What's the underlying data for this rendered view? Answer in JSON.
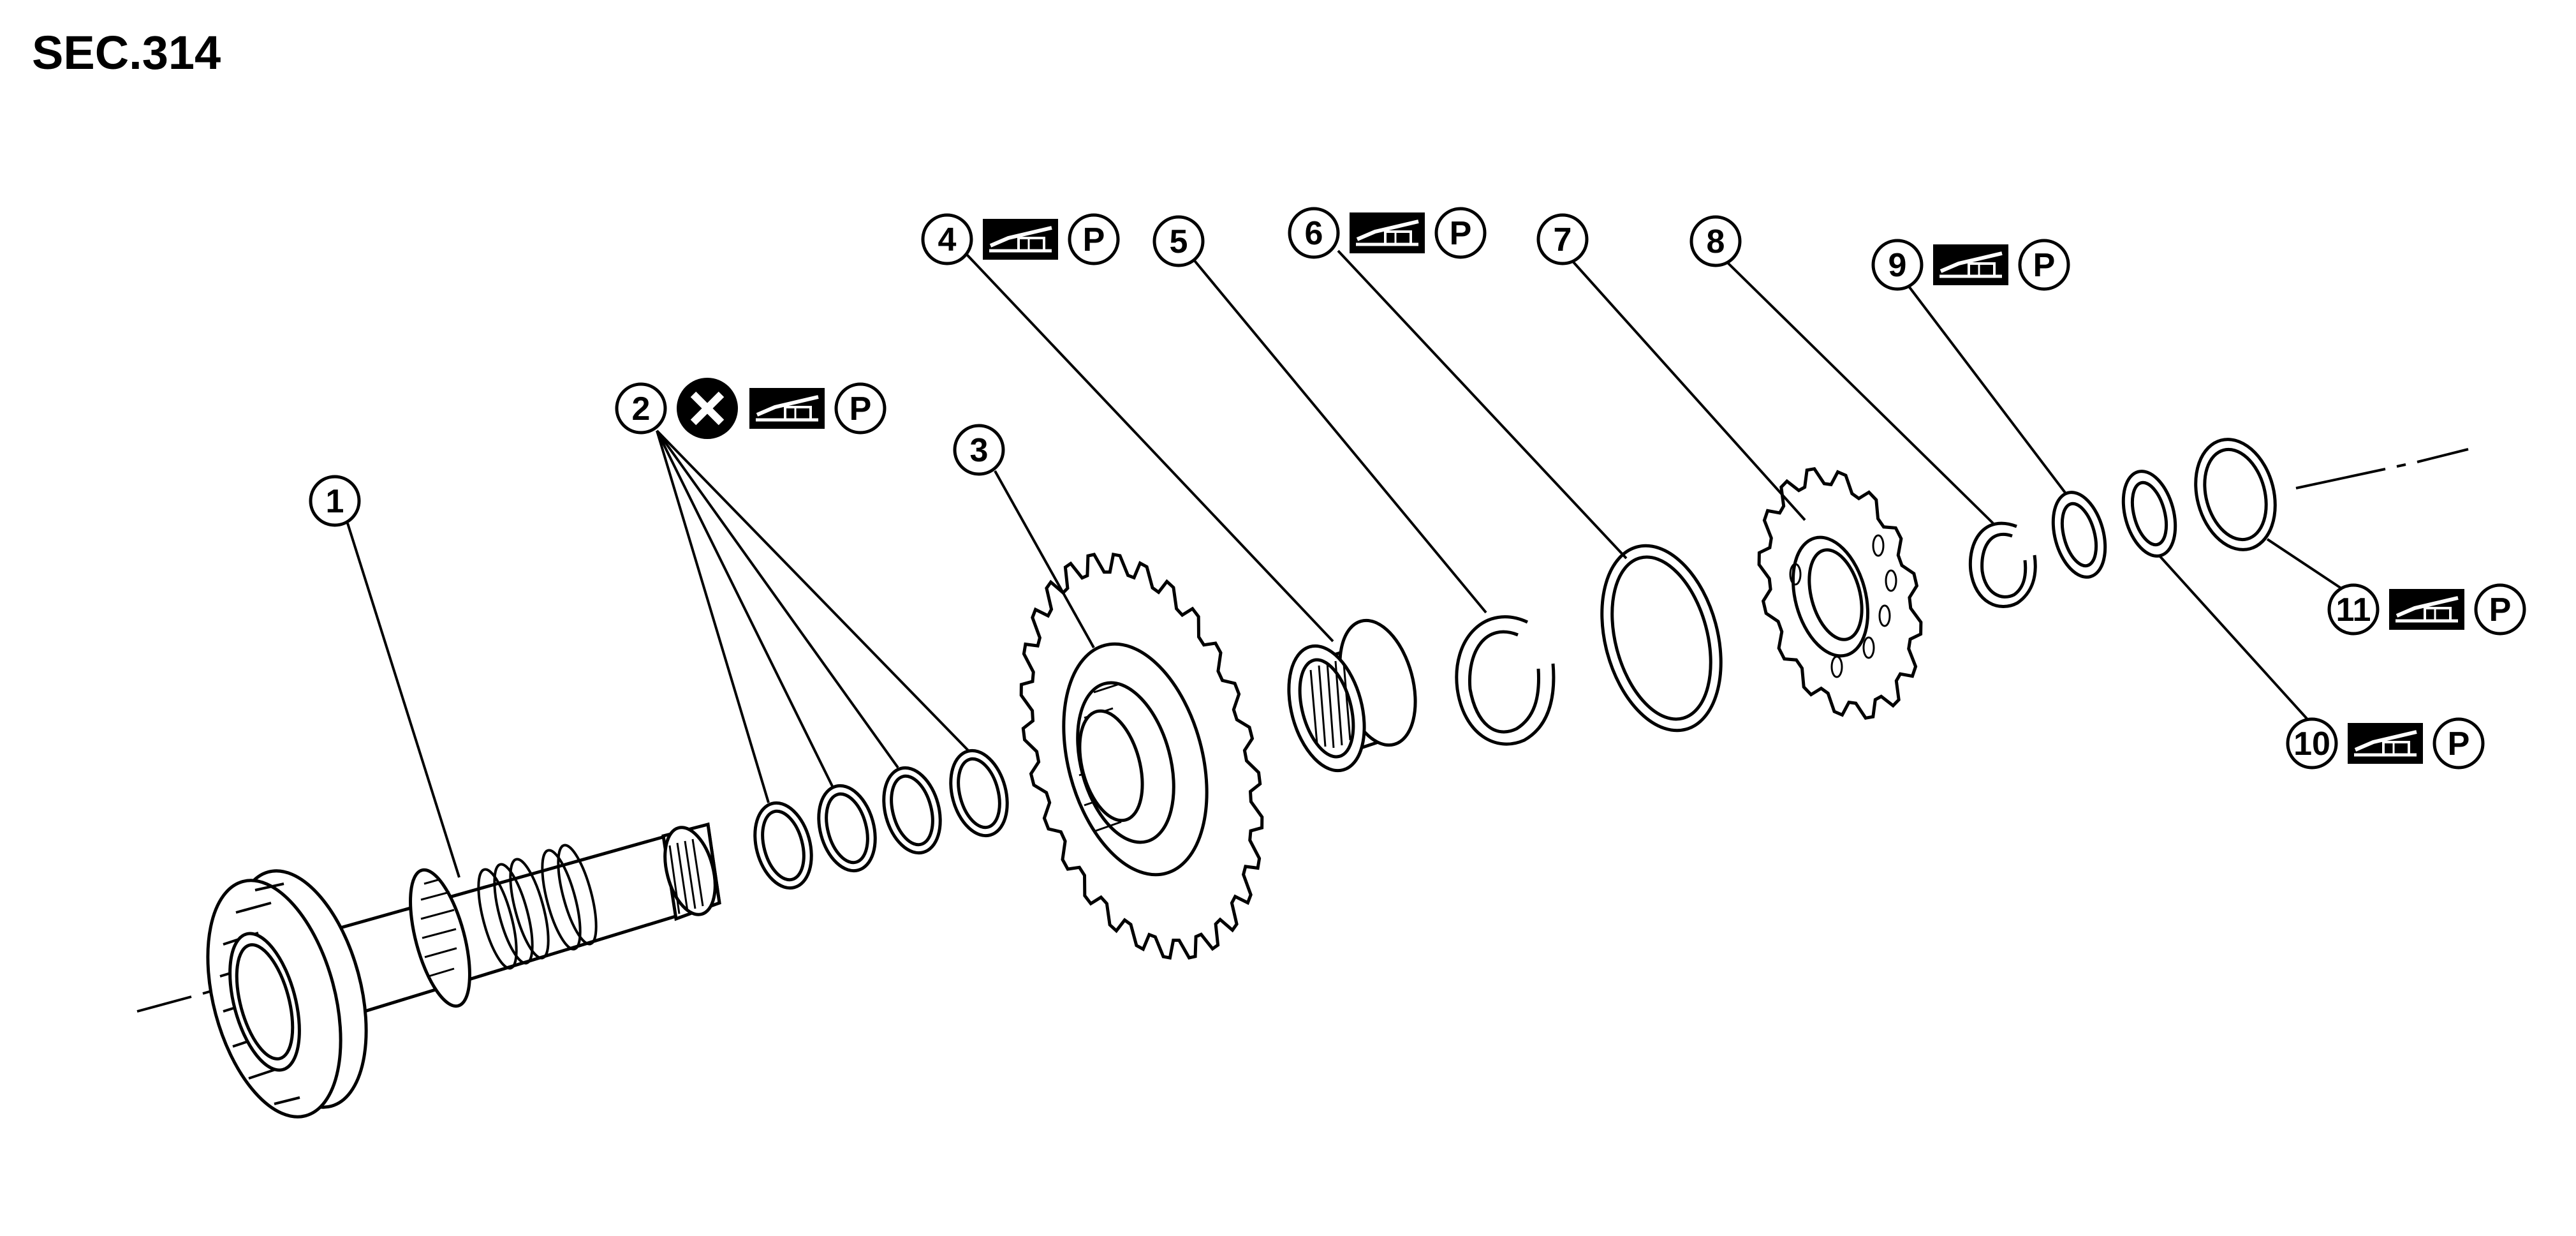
{
  "section": {
    "label": "SEC.314"
  },
  "callouts": [
    {
      "number": "1",
      "icons": []
    },
    {
      "number": "2",
      "icons": [
        "do-not-reuse-icon",
        "apply-fluid-icon",
        "petroleum-jelly-icon"
      ]
    },
    {
      "number": "3",
      "icons": []
    },
    {
      "number": "4",
      "icons": [
        "apply-fluid-icon",
        "petroleum-jelly-icon"
      ]
    },
    {
      "number": "5",
      "icons": []
    },
    {
      "number": "6",
      "icons": [
        "apply-fluid-icon",
        "petroleum-jelly-icon"
      ]
    },
    {
      "number": "7",
      "icons": []
    },
    {
      "number": "8",
      "icons": []
    },
    {
      "number": "9",
      "icons": [
        "apply-fluid-icon",
        "petroleum-jelly-icon"
      ]
    },
    {
      "number": "10",
      "icons": [
        "apply-fluid-icon",
        "petroleum-jelly-icon"
      ]
    },
    {
      "number": "11",
      "icons": [
        "apply-fluid-icon",
        "petroleum-jelly-icon"
      ]
    }
  ],
  "symbol_text": {
    "petroleum_jelly": "P"
  },
  "colors": {
    "line": "#000000",
    "background": "#ffffff"
  }
}
